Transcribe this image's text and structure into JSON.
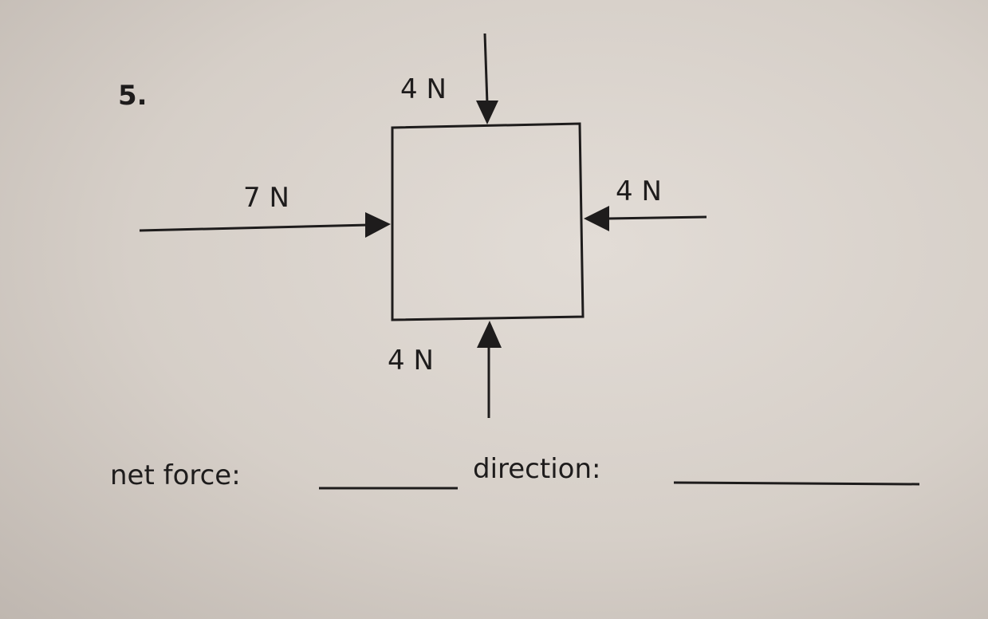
{
  "problem_number": "5.",
  "forces": {
    "top": "4 N",
    "left": "7 N",
    "right": "4 N",
    "bottom": "4 N"
  },
  "answer": {
    "net_force_label": "net force:",
    "direction_label": "direction:"
  }
}
